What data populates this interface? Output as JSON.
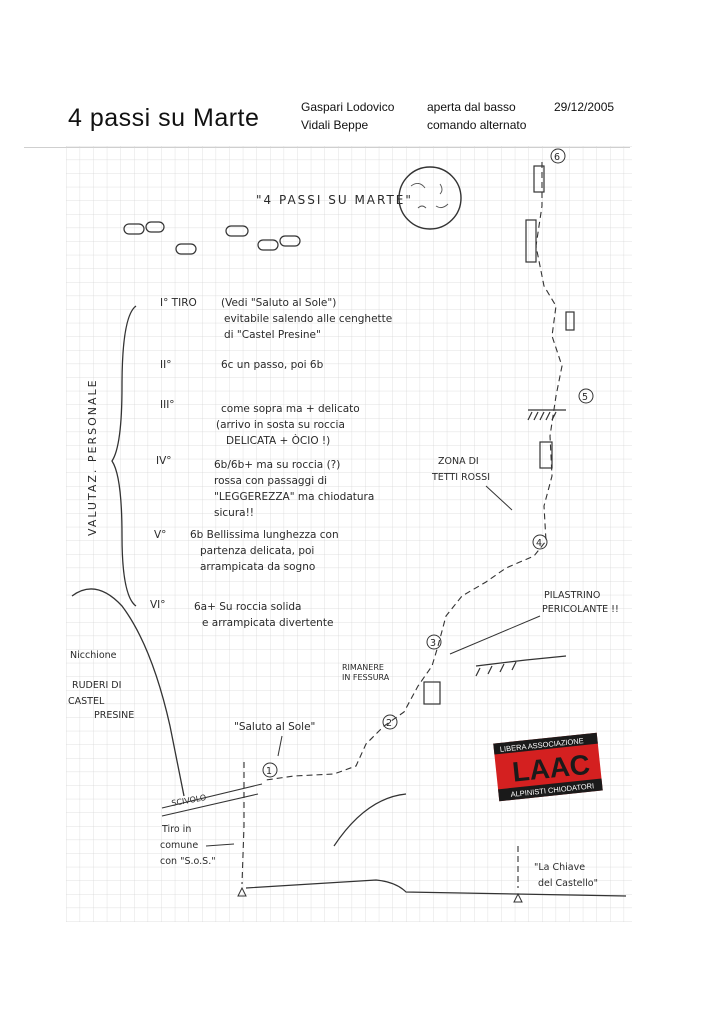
{
  "header": {
    "route_name": "4 passi su Marte",
    "climbers": [
      "Gaspari Lodovico",
      "Vidali Beppe"
    ],
    "style": [
      "aperta dal basso",
      "comando alternato"
    ],
    "date": "29/12/2005"
  },
  "sketch": {
    "title": "\"4 PASSI SU MARTE\"",
    "valutaz_label": "VALUTAZ. PERSONALE",
    "pitches": [
      {
        "num": "I° TIRO",
        "lines": [
          "(Vedi \"Saluto al Sole\")",
          "evitabile salendo alle cenghette",
          "di \"Castel Presine\""
        ]
      },
      {
        "num": "II°",
        "lines": [
          "6c un passo, poi 6b"
        ]
      },
      {
        "num": "III°",
        "lines": [
          "come sopra ma + delicato",
          "(arrivo in sosta su roccia",
          "DELICATA + ÒCIO !)"
        ]
      },
      {
        "num": "IV°",
        "lines": [
          "6b/6b+ ma su roccia (?)",
          "rossa con passaggi di",
          "\"LEGGEREZZA\" ma chiodatura",
          "sicura!!"
        ]
      },
      {
        "num": "V°",
        "lines": [
          "6b Bellissima lunghezza con",
          "partenza delicata, poi",
          "arrampicata da sogno"
        ]
      },
      {
        "num": "VI°",
        "lines": [
          "6a+ Su roccia solida",
          "e arrampicata divertente"
        ]
      }
    ],
    "labels": {
      "nicchione": "Nicchione",
      "ruderi": [
        "RUDERI DI",
        "CASTEL",
        "PRESINE"
      ],
      "zona": [
        "ZONA DI",
        "TETTI ROSSI"
      ],
      "pilastrino": [
        "PILASTRINO",
        "PERICOLANTE !!"
      ],
      "rimanere": [
        "RIMANERE",
        "IN FESSURA"
      ],
      "saluto": "\"Saluto al Sole\"",
      "scivolo": "SCIVOLO",
      "tiro_comune": [
        "Tiro in",
        "comune",
        "con \"S.o.S.\""
      ],
      "chiave": [
        "\"La Chiave",
        "del Castello\""
      ]
    },
    "belay_numbers": [
      "1",
      "2",
      "3",
      "4",
      "5",
      "6"
    ]
  },
  "logo": {
    "top": "LIBERA ASSOCIAZIONE",
    "main": "LAAC",
    "bottom": "ALPINISTI CHIODATORI",
    "bg_color": "#d42020",
    "band_color": "#1a1a1a"
  }
}
